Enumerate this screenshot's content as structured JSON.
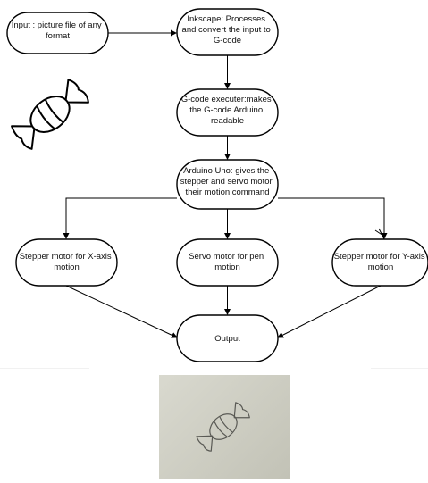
{
  "nodes": [
    {
      "id": "input",
      "lines": [
        "Input : picture file of any",
        "format"
      ]
    },
    {
      "id": "inkscape",
      "lines": [
        "Inkscape: Processes",
        "and convert the input to",
        "G-code"
      ]
    },
    {
      "id": "gcode",
      "lines": [
        "G-code executer:makes",
        "the G-code Arduino",
        "readable"
      ]
    },
    {
      "id": "arduino",
      "lines": [
        "Arduino Uno: gives the",
        "stepper and servo motor",
        "their motion command"
      ]
    },
    {
      "id": "stepper_x",
      "lines": [
        "Stepper motor for X-axis",
        "motion"
      ]
    },
    {
      "id": "servo",
      "lines": [
        "Servo motor for pen",
        "motion"
      ]
    },
    {
      "id": "stepper_y",
      "lines": [
        "Stepper motor for Y-axis",
        "motion"
      ]
    },
    {
      "id": "output",
      "lines": [
        "Output"
      ]
    }
  ],
  "edges": [
    {
      "from": "input",
      "to": "inkscape"
    },
    {
      "from": "inkscape",
      "to": "gcode"
    },
    {
      "from": "gcode",
      "to": "arduino"
    },
    {
      "from": "arduino",
      "to": "stepper_x"
    },
    {
      "from": "arduino",
      "to": "servo"
    },
    {
      "from": "arduino",
      "to": "stepper_y"
    },
    {
      "from": "stepper_x",
      "to": "output"
    },
    {
      "from": "servo",
      "to": "output"
    },
    {
      "from": "stepper_y",
      "to": "output"
    }
  ],
  "icons": {
    "candy_drawing": "candy-icon",
    "photo": "candy-sketch-photo"
  }
}
